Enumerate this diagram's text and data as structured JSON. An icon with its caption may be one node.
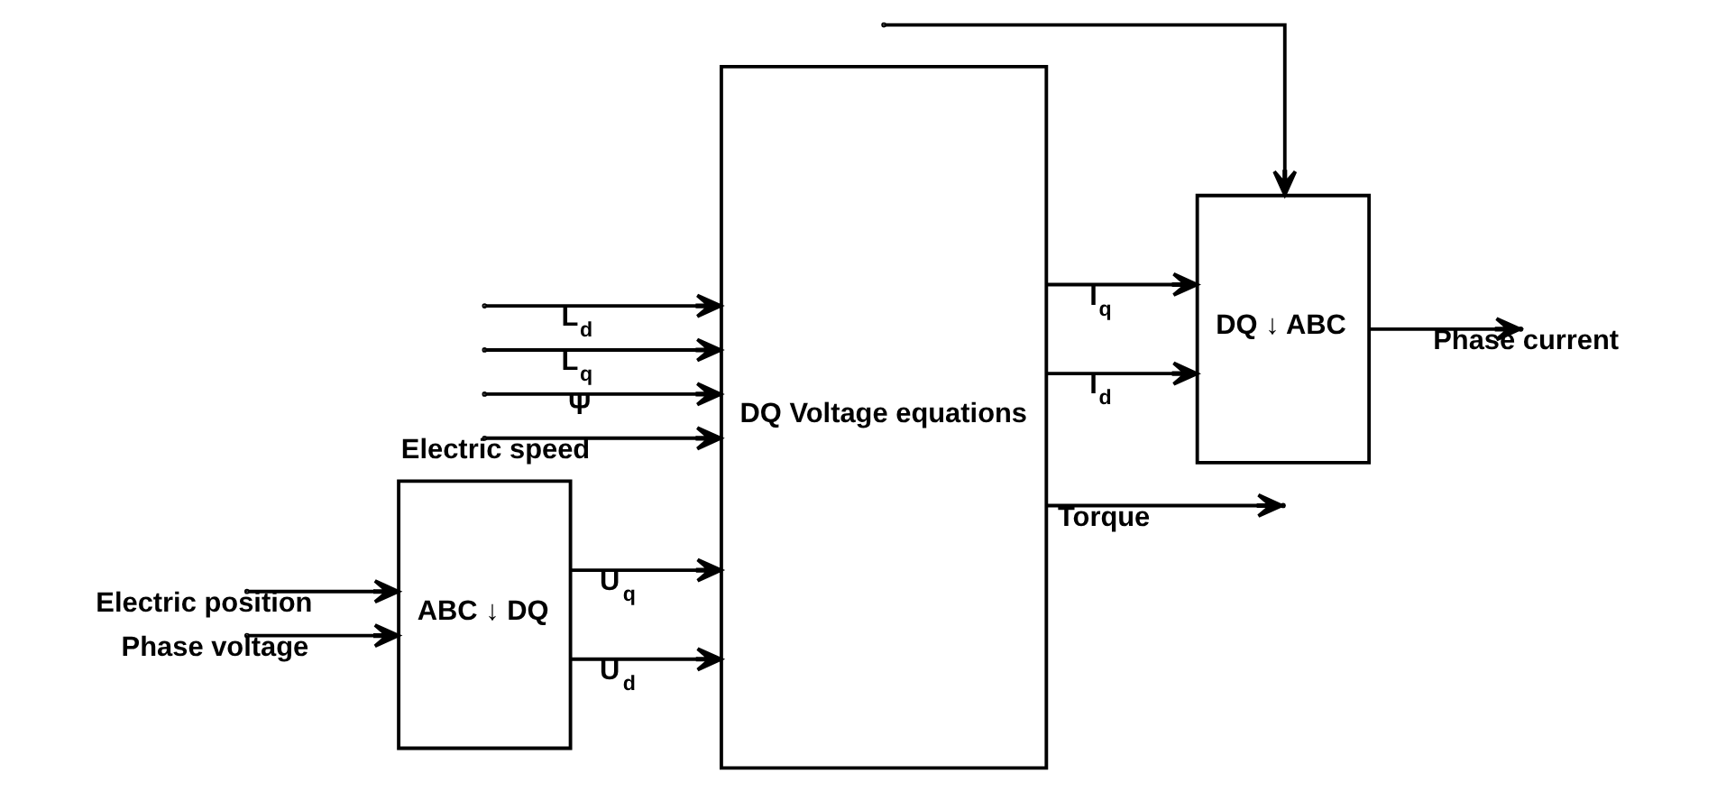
{
  "diagram": {
    "nodes": [
      {
        "text": [
          "ABC ↓ DQ"
        ]
      },
      {
        "text": [
          "DQ Voltage equations"
        ]
      },
      {
        "text": [
          "DQ ↓ ABC"
        ]
      }
    ],
    "edges": [
      {
        "from": null,
        "to": 0,
        "arrow": "to",
        "label": "Electric position"
      },
      {
        "from": null,
        "to": 2,
        "arrow": "to"
      },
      {
        "from": null,
        "to": 0,
        "arrow": "to",
        "label": "Phase voltage"
      },
      {
        "from": 0,
        "to": 1,
        "arrow": "to",
        "label": "U$_{d}$"
      },
      {
        "from": 0,
        "to": 1,
        "arrow": "to",
        "label": "U$_{q}$"
      },
      {
        "from": null,
        "to": 1,
        "arrow": "to",
        "label": "L$_{d}$"
      },
      {
        "from": null,
        "to": 1,
        "arrow": "to",
        "label": "L$_{q}$"
      },
      {
        "from": null,
        "to": 1,
        "arrow": "to",
        "label": "Ψ"
      },
      {
        "from": null,
        "to": 1,
        "arrow": "to",
        "label": "Electric speed"
      },
      {
        "from": 1,
        "to": 2,
        "arrow": "to",
        "label": "I$_{d}$"
      },
      {
        "from": 1,
        "to": 2,
        "arrow": "to",
        "label": "I$_{q}$"
      },
      {
        "from": 1,
        "to": null,
        "arrow": "to",
        "label": "Torque"
      },
      {
        "from": 2,
        "to": null,
        "arrow": "to",
        "label": "Phase current"
      }
    ]
  }
}
